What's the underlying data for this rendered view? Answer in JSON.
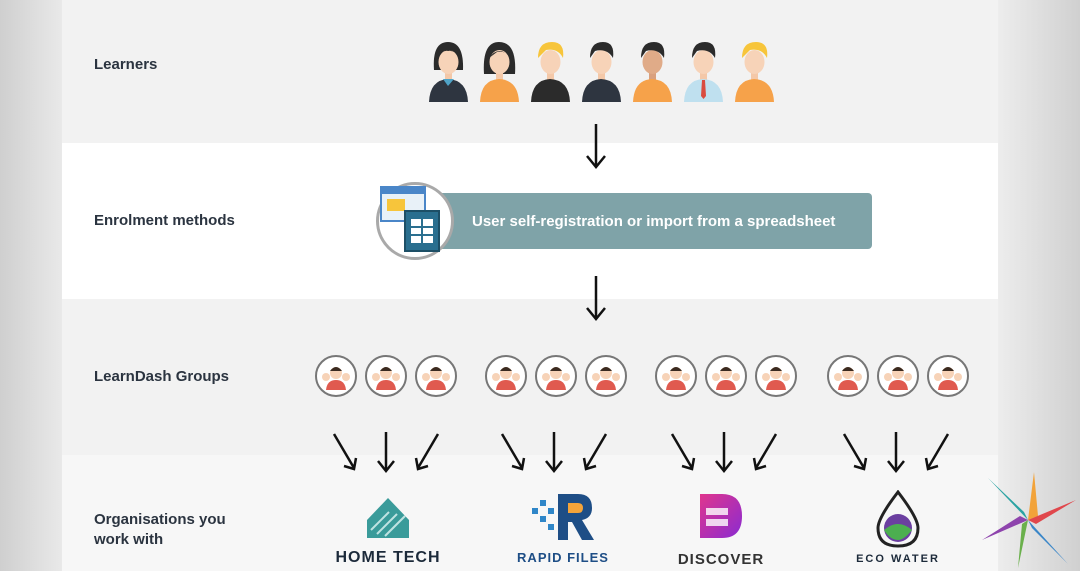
{
  "rows": {
    "learners": "Learners",
    "enrolment": "Enrolment methods",
    "groups": "LearnDash Groups",
    "orgs_line1": "Organisations you",
    "orgs_line2": "work with"
  },
  "enrolment_text": "User self-registration or import from a spreadsheet",
  "organisations": [
    {
      "name": "HOME TECH"
    },
    {
      "name": "RAPID FILES"
    },
    {
      "name": "DISCOVER"
    },
    {
      "name": "ECO WATER"
    }
  ],
  "colors": {
    "panel_gray": "#f2f2f2",
    "enrolment_box": "#7fa3a8",
    "label": "#2b3440"
  }
}
